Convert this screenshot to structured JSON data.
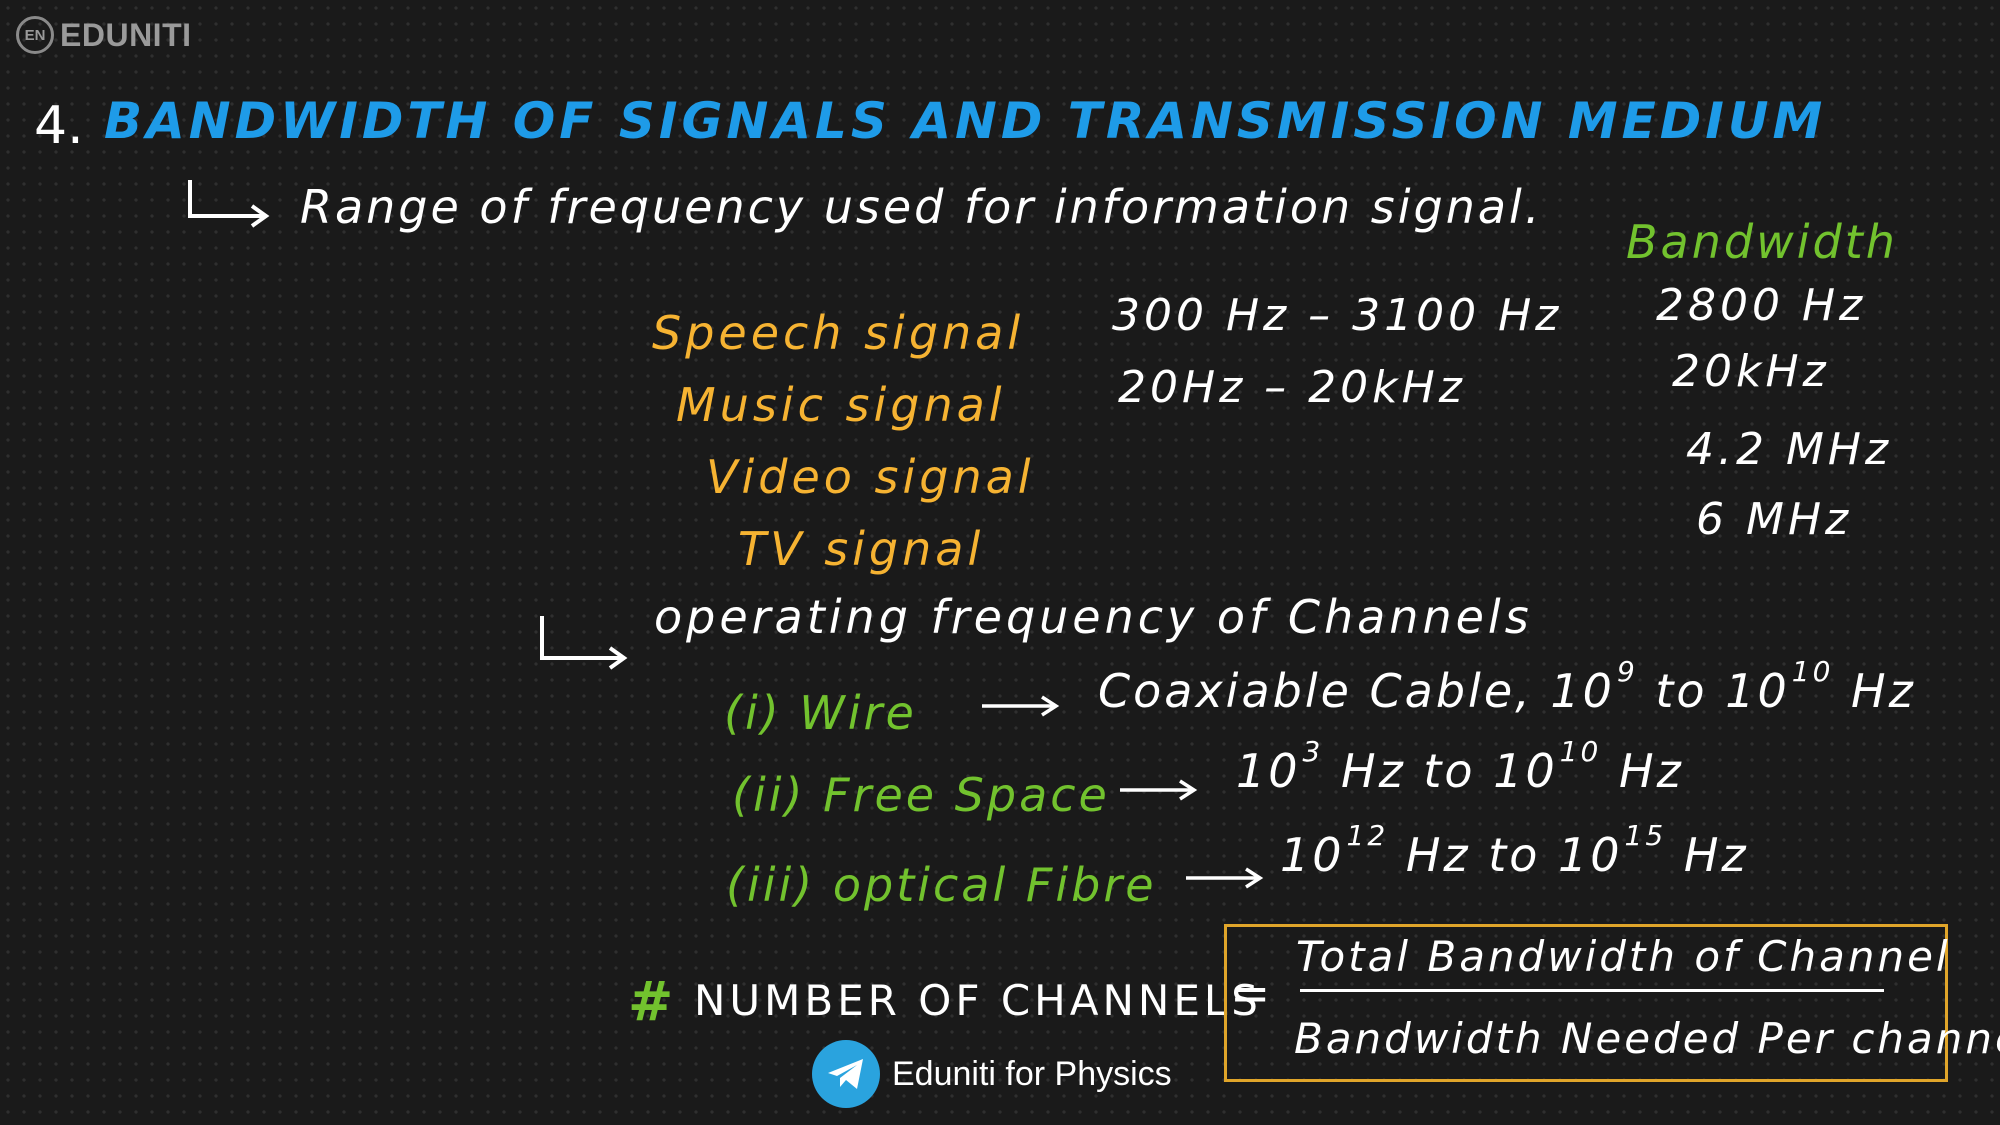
{
  "brand": {
    "logo_mark": "EN",
    "name": "EDUNITI"
  },
  "heading": {
    "number": "4.",
    "title": "BANDWIDTH OF SIGNALS AND TRANSMISSION MEDIUM"
  },
  "definition": "Range of frequency used for information signal.",
  "bandwidth_header": "Bandwidth",
  "signals": [
    {
      "name": "Speech signal",
      "range": "300 Hz – 3100 Hz",
      "bandwidth": "2800 Hz"
    },
    {
      "name": "Music signal",
      "range": "20Hz – 20kHz",
      "bandwidth": "20kHz"
    },
    {
      "name": "Video signal",
      "range": "",
      "bandwidth": "4.2 MHz"
    },
    {
      "name": "TV signal",
      "range": "",
      "bandwidth": "6 MHz"
    }
  ],
  "channels": {
    "title": "operating frequency of Channels",
    "items": [
      {
        "label": "(i) Wire",
        "medium": "Coaxiable Cable,",
        "base1": "10",
        "exp1": "9",
        "sep": "to",
        "base2": "10",
        "exp2": "10",
        "unit1": "",
        "unit2": "Hz"
      },
      {
        "label": "(ii) Free Space",
        "medium": "",
        "base1": "10",
        "exp1": "3",
        "sep": "to",
        "base2": "10",
        "exp2": "10",
        "unit1": "Hz",
        "unit2": "Hz"
      },
      {
        "label": "(iii) optical Fibre",
        "medium": "",
        "base1": "10",
        "exp1": "12",
        "sep": "to",
        "base2": "10",
        "exp2": "15",
        "unit1": "Hz",
        "unit2": "Hz"
      }
    ]
  },
  "number_of_channels": {
    "hash": "#",
    "label": "NUMBER OF CHANNELS",
    "equals": "=",
    "numerator": "Total Bandwidth of Channel",
    "denominator": "Bandwidth Needed Per channel"
  },
  "telegram": {
    "label": "Eduniti for Physics"
  },
  "colors": {
    "background": "#1a1a1a",
    "heading": "#1e9be8",
    "signals": "#f6b332",
    "channels": "#72c22e",
    "text": "#ffffff",
    "box_border": "#e0a52a",
    "telegram": "#2aa3de"
  }
}
